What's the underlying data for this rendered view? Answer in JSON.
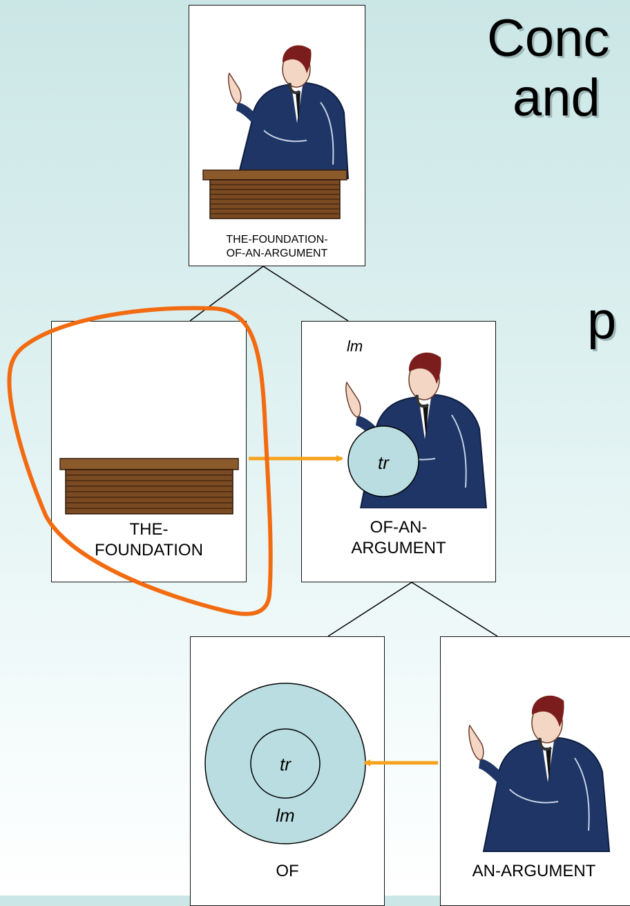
{
  "title": {
    "line1": "Conc",
    "line2": "and",
    "line3": "p"
  },
  "panels": {
    "top": {
      "label_line1": "THE-FOUNDATION-",
      "label_line2": "OF-AN-ARGUMENT"
    },
    "left": {
      "label_line1": "THE-",
      "label_line2": "FOUNDATION"
    },
    "mid": {
      "label_line1": "OF-AN-",
      "label_line2": "ARGUMENT",
      "lm": "lm",
      "tr": "tr"
    },
    "of": {
      "label": "OF",
      "tr": "tr",
      "lm": "lm"
    },
    "arg": {
      "label": "AN-ARGUMENT"
    }
  },
  "colors": {
    "arrow": "#f7a21b",
    "highlight": "#f26b11",
    "circle_fill": "#b9dde0",
    "brick": "#7a4a22",
    "suit": "#1e3566"
  },
  "icons": [
    "speaker-figure",
    "brick-podium"
  ]
}
